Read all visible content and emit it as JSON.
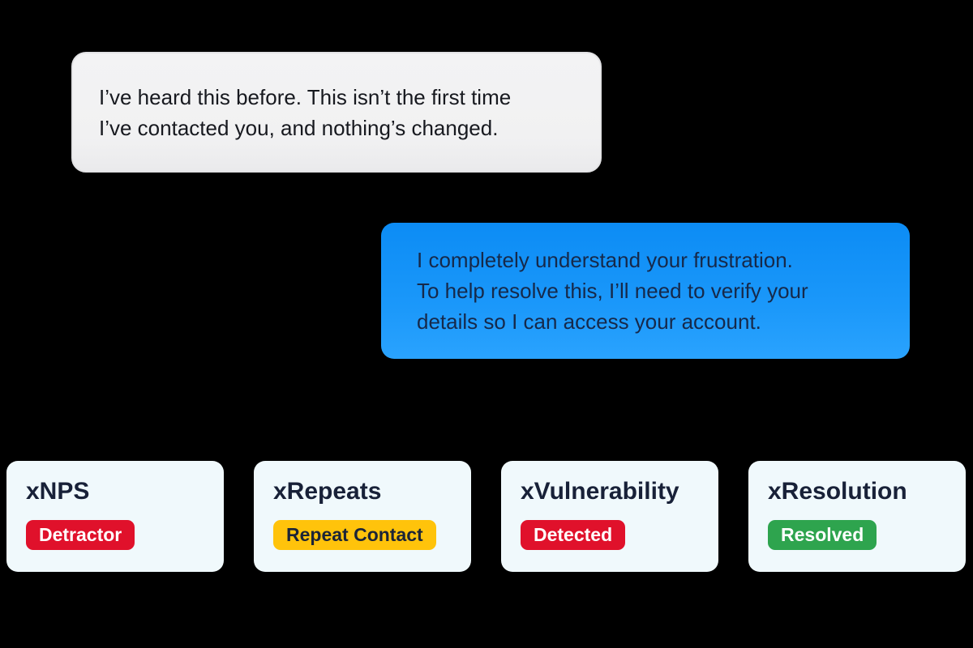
{
  "canvas": {
    "background_color": "#000000"
  },
  "chat": {
    "customer_message": {
      "lines": [
        "I’ve heard this before. This isn’t the first time",
        "I’ve contacted you, and nothing’s changed."
      ],
      "bubble_color": "#F1F1F2",
      "text_color": "#17191F"
    },
    "agent_message": {
      "lines": [
        "I completely understand your frustration.",
        "To help resolve this, I’ll need to verify your",
        "details so I can access your account."
      ],
      "bubble_color": "#1394F9",
      "text_color": "#16294A"
    }
  },
  "metric_cards": [
    {
      "title": "xNPS",
      "badge_label": "Detractor",
      "badge_bg": "#E0112B",
      "badge_fg": "#FFFFFF"
    },
    {
      "title": "xRepeats",
      "badge_label": "Repeat Contact",
      "badge_bg": "#FFC30B",
      "badge_fg": "#1B2437"
    },
    {
      "title": "xVulnerability",
      "badge_label": "Detected",
      "badge_bg": "#E0112B",
      "badge_fg": "#FFFFFF"
    },
    {
      "title": "xResolution",
      "badge_label": "Resolved",
      "badge_bg": "#2EA44E",
      "badge_fg": "#FFFFFF"
    }
  ],
  "colors": {
    "card_bg": "#F0F9FC",
    "card_title_text": "#182138",
    "agent_bubble_top": "#0C8CF5",
    "agent_bubble_bottom": "#2AA3FE"
  }
}
